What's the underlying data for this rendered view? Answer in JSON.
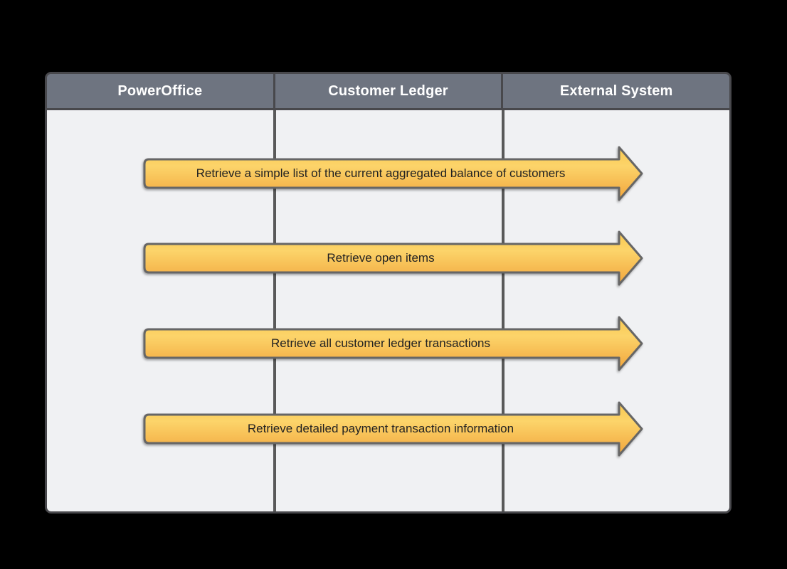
{
  "diagram": {
    "title_row": "swimlane header",
    "lanes": [
      {
        "label": "PowerOffice"
      },
      {
        "label": "Customer Ledger"
      },
      {
        "label": "External System"
      }
    ],
    "arrows": [
      {
        "label": "Retrieve a simple list of the current aggregated balance of customers",
        "direction": "right"
      },
      {
        "label": "Retrieve open items",
        "direction": "right"
      },
      {
        "label": "Retrieve all customer ledger transactions",
        "direction": "right"
      },
      {
        "label": "Retrieve detailed payment transaction information",
        "direction": "right"
      }
    ],
    "colors": {
      "canvas_bg": "#000000",
      "border": "#48484c",
      "separator": "#595959",
      "header_fill": "#6e7480",
      "header_text": "#ffffff",
      "body_fill": "#f0f1f3",
      "arrow_stroke": "#666666",
      "arrow_text": "#222222",
      "arrow_fill_top": "#f9c84f",
      "arrow_fill_mid": "#fcd46a",
      "arrow_fill_bottom": "#f1a53c"
    }
  }
}
